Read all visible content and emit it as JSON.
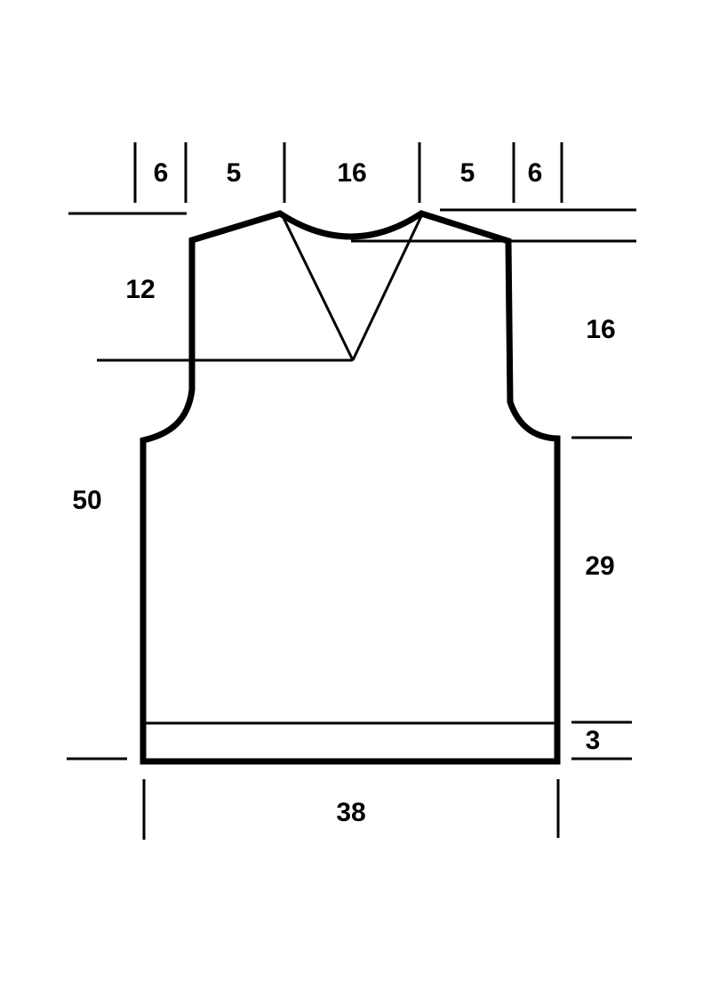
{
  "diagram": {
    "colors": {
      "line": "#000000",
      "background": "#ffffff"
    },
    "labels": {
      "shoulder_left_outer": "6",
      "shoulder_left_inner": "5",
      "neck_width": "16",
      "shoulder_right_inner": "5",
      "shoulder_right_outer": "6",
      "neck_depth": "12",
      "armhole_height": "16",
      "total_length": "50",
      "side_length": "29",
      "rib_height": "3",
      "width": "38"
    }
  }
}
